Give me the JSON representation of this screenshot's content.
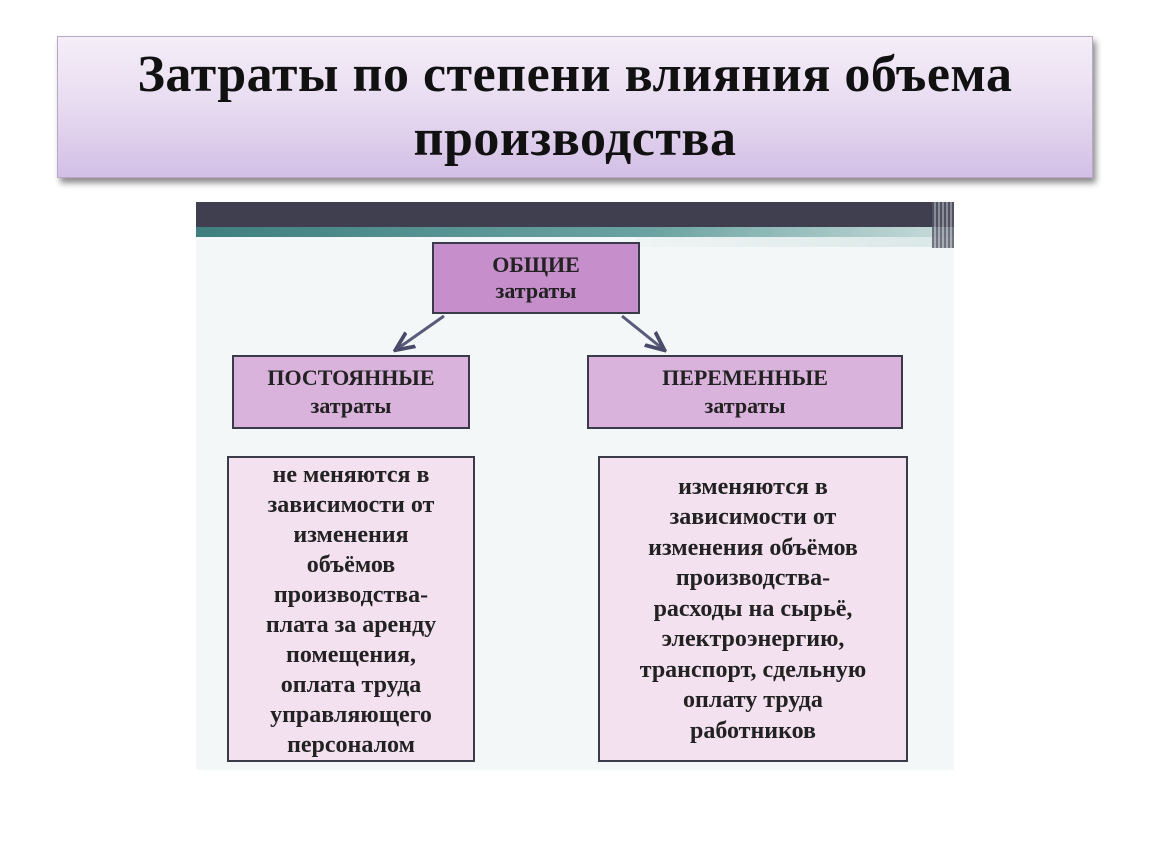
{
  "slide": {
    "title": "Затраты по степени влияния объема производства"
  },
  "diagram": {
    "general": "ОБЩИЕ\nзатраты",
    "fixed": "ПОСТОЯННЫЕ\nзатраты",
    "variable": "ПЕРЕМЕННЫЕ\nзатраты",
    "fixed_description": "не меняются в\nзависимости от\nизменения\nобъёмов\nпроизводства-\nплата за аренду\nпомещения,\nоплата труда\nуправляющего\nперсоналом",
    "variable_description": "изменяются в\nзависимости от\nизменения объёмов\nпроизводства-\nрасходы на сырьё,\nэлектроэнергию,\nтранспорт, сдельную\nоплату труда\nработников"
  },
  "colors": {
    "general_box": "#c68fcc",
    "category_box": "#dab3dd",
    "description_box": "#f3e1f0",
    "arrow": "#4a4a6a"
  }
}
